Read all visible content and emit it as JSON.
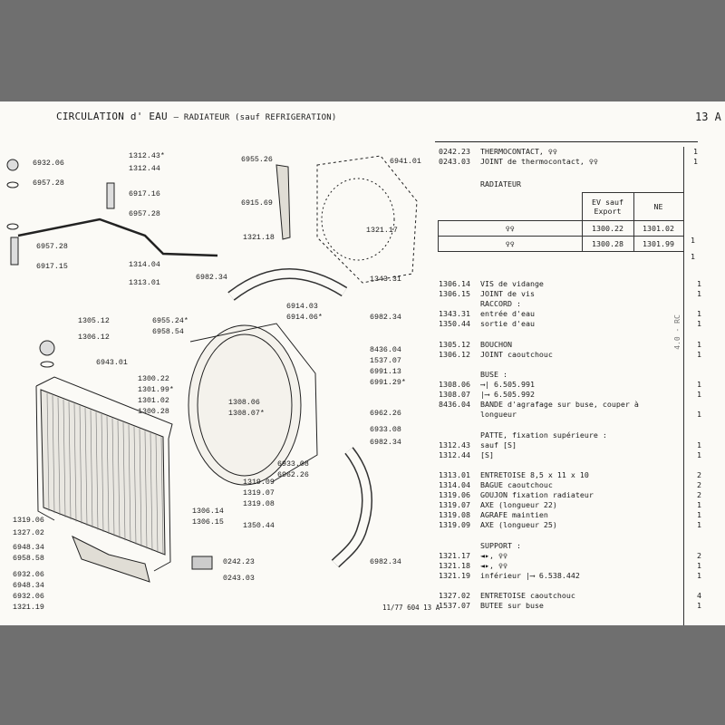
{
  "header": {
    "title": "CIRCULATION d' EAU",
    "subtitle": "– RADIATEUR (sauf REFRIGERATION)",
    "page": "13 A"
  },
  "footer": "11/77 604 13 A",
  "margin_note": "4.0 - RC",
  "diagram_labels": [
    "6932.06",
    "6957.28",
    "1312.43*",
    "1312.44",
    "6917.16",
    "6957.28",
    "6957.28",
    "6917.15",
    "1314.04",
    "1313.01",
    "6955.26",
    "6915.69",
    "1321.18",
    "6941.01",
    "1321.17",
    "6982.34",
    "1343.31",
    "6914.03",
    "6914.06*",
    "6982.34",
    "6955.24*",
    "6958.54",
    "1305.12",
    "1306.12",
    "6943.01",
    "8436.04",
    "1537.07",
    "6991.13",
    "6991.29*",
    "1300.22",
    "1301.99*",
    "1301.02",
    "1300.28",
    "1308.06",
    "1308.07*",
    "6962.26",
    "6933.08",
    "6982.34",
    "6933.08",
    "6962.26",
    "1319.09",
    "1319.07",
    "1319.08",
    "1306.14",
    "1306.15",
    "1350.44",
    "1319.06",
    "1327.02",
    "6948.34",
    "6958.58",
    "6932.06",
    "6948.34",
    "6932.06",
    "1321.19",
    "0242.23",
    "0243.03",
    "6982.34"
  ],
  "parts_top": [
    {
      "ref": "0242.23",
      "desc": "THERMOCONTACT, ♀♀",
      "qty": "1"
    },
    {
      "ref": "0243.03",
      "desc": "JOINT de thermocontact, ♀♀",
      "qty": "1"
    }
  ],
  "radiateur": {
    "heading": "RADIATEUR",
    "col_ev": "EV sauf Export",
    "col_ne": "NE",
    "rows": [
      {
        "sym": "♀♀",
        "ev": "1300.22",
        "ne": "1301.02",
        "qty": "1"
      },
      {
        "sym": "♀♀",
        "ev": "1300.28",
        "ne": "1301.99",
        "qty": "1"
      }
    ]
  },
  "parts": [
    {
      "ref": "1306.14",
      "desc": "VIS de vidange",
      "qty": "1"
    },
    {
      "ref": "1306.15",
      "desc": "JOINT de vis",
      "qty": "1"
    },
    {
      "ref": "",
      "desc": "RACCORD :",
      "qty": ""
    },
    {
      "ref": "1343.31",
      "desc": "  entrée d'eau",
      "qty": "1"
    },
    {
      "ref": "1350.44",
      "desc": "  sortie d'eau",
      "qty": "1"
    },
    {
      "ref": "",
      "desc": "",
      "qty": ""
    },
    {
      "ref": "1305.12",
      "desc": "BOUCHON",
      "qty": "1"
    },
    {
      "ref": "1306.12",
      "desc": "JOINT caoutchouc",
      "qty": "1"
    },
    {
      "ref": "",
      "desc": "",
      "qty": ""
    },
    {
      "ref": "",
      "desc": "BUSE :",
      "qty": ""
    },
    {
      "ref": "1308.06",
      "desc": "  ⟶| 6.505.991",
      "qty": "1"
    },
    {
      "ref": "1308.07",
      "desc": "  |⟶ 6.505.992",
      "qty": "1"
    },
    {
      "ref": "8436.04",
      "desc": "BANDE d'agrafage sur buse, couper à",
      "qty": ""
    },
    {
      "ref": "",
      "desc": "  longueur",
      "qty": "1"
    },
    {
      "ref": "",
      "desc": "",
      "qty": ""
    },
    {
      "ref": "",
      "desc": "PATTE, fixation supérieure :",
      "qty": ""
    },
    {
      "ref": "1312.43",
      "desc": "  sauf [S]",
      "qty": "1"
    },
    {
      "ref": "1312.44",
      "desc": "  [S]",
      "qty": "1"
    },
    {
      "ref": "",
      "desc": "",
      "qty": ""
    },
    {
      "ref": "1313.01",
      "desc": "ENTRETOISE 8,5 x 11 x 10",
      "qty": "2"
    },
    {
      "ref": "1314.04",
      "desc": "BAGUE caoutchouc",
      "qty": "2"
    },
    {
      "ref": "1319.06",
      "desc": "GOUJON fixation radiateur",
      "qty": "2"
    },
    {
      "ref": "1319.07",
      "desc": "AXE (longueur 22)",
      "qty": "1"
    },
    {
      "ref": "1319.08",
      "desc": "AGRAFE maintien",
      "qty": "1"
    },
    {
      "ref": "1319.09",
      "desc": "AXE (longueur 25)",
      "qty": "1"
    },
    {
      "ref": "",
      "desc": "",
      "qty": ""
    },
    {
      "ref": "",
      "desc": "SUPPORT :",
      "qty": ""
    },
    {
      "ref": "1321.17",
      "desc": "  ◄▸, ♀♀",
      "qty": "2"
    },
    {
      "ref": "1321.18",
      "desc": "  ◄▸, ♀♀",
      "qty": "1"
    },
    {
      "ref": "1321.19",
      "desc": "  inférieur |⟶ 6.538.442",
      "qty": "1"
    },
    {
      "ref": "",
      "desc": "",
      "qty": ""
    },
    {
      "ref": "1327.02",
      "desc": "ENTRETOISE caoutchouc",
      "qty": "4"
    },
    {
      "ref": "1537.07",
      "desc": "BUTEE sur buse",
      "qty": "1"
    }
  ]
}
